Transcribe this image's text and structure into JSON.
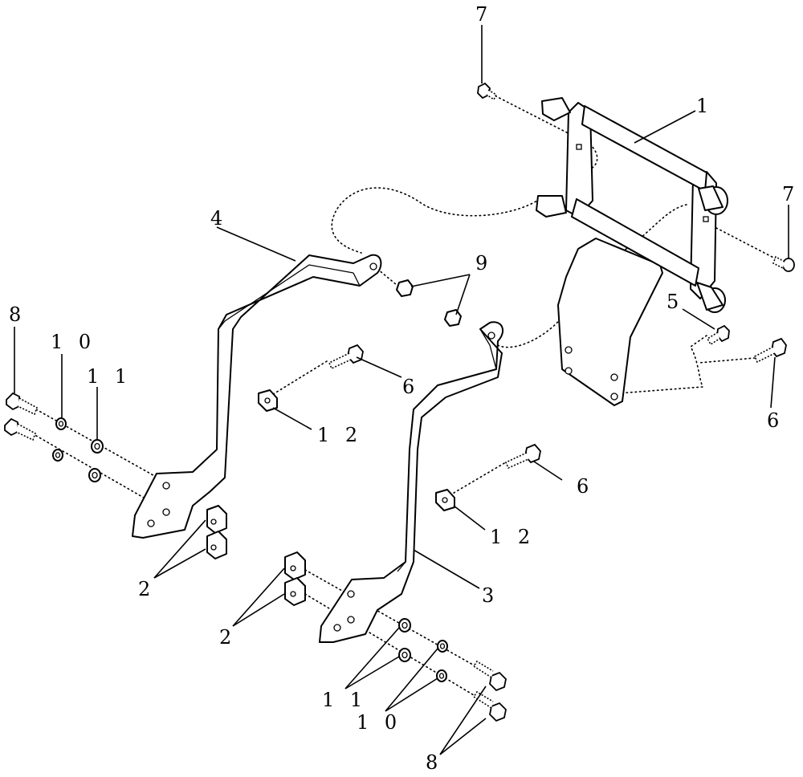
{
  "callouts": {
    "c1": "1",
    "c2a": "2",
    "c2b": "2",
    "c3": "3",
    "c4": "4",
    "c5": "5",
    "c6a": "6",
    "c6b": "6",
    "c6c": "6",
    "c7a": "7",
    "c7b": "7",
    "c8a": "8",
    "c8b": "8",
    "c9": "9",
    "c10a": "1 0",
    "c10b": "1 0",
    "c11a": "1 1",
    "c11b": "1 1",
    "c12a": "1 2",
    "c12b": "1 2"
  }
}
